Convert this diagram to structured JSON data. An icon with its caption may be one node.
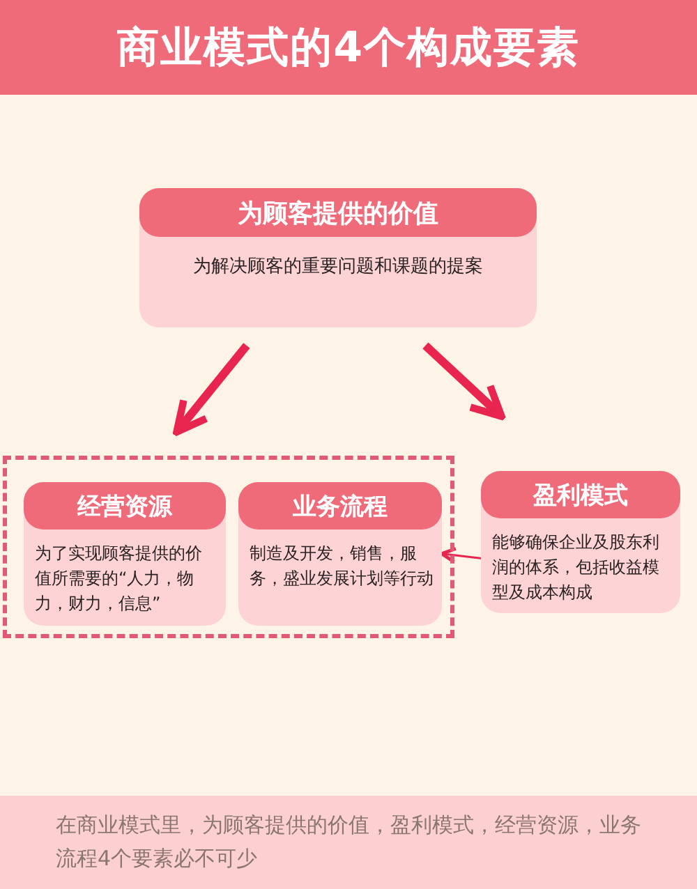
{
  "diagram": {
    "title": "商业模式的4个构成要素",
    "nodes": [
      {
        "text": [
          "为顾客提供的价值",
          "为解决顾客的重要问题和课题的提案"
        ]
      },
      {
        "text": [],
        "shape": "box"
      },
      {
        "text": [
          "经营资源",
          "为了实现顾客提供的价值所需要的“人力，物力，财力，信息”"
        ],
        "in": 1
      },
      {
        "text": [
          "业务流程",
          "制造及开发，销售，服务，盛业发展计划等行动"
        ],
        "in": 1
      },
      {
        "text": [
          "盈利模式",
          "能够确保企业及股东利润的体系，包括收益模型及成本构成"
        ]
      }
    ],
    "edges": [
      {
        "from": 0,
        "to": 1,
        "arrow": "to"
      },
      {
        "from": 0,
        "to": 4,
        "arrow": "to"
      },
      {
        "from": 4,
        "to": 3,
        "arrow": "to"
      }
    ],
    "caption": "在商业模式里，为顾客提供的价值，盈利模式，经营资源，业务流程4个要素必不可少"
  }
}
